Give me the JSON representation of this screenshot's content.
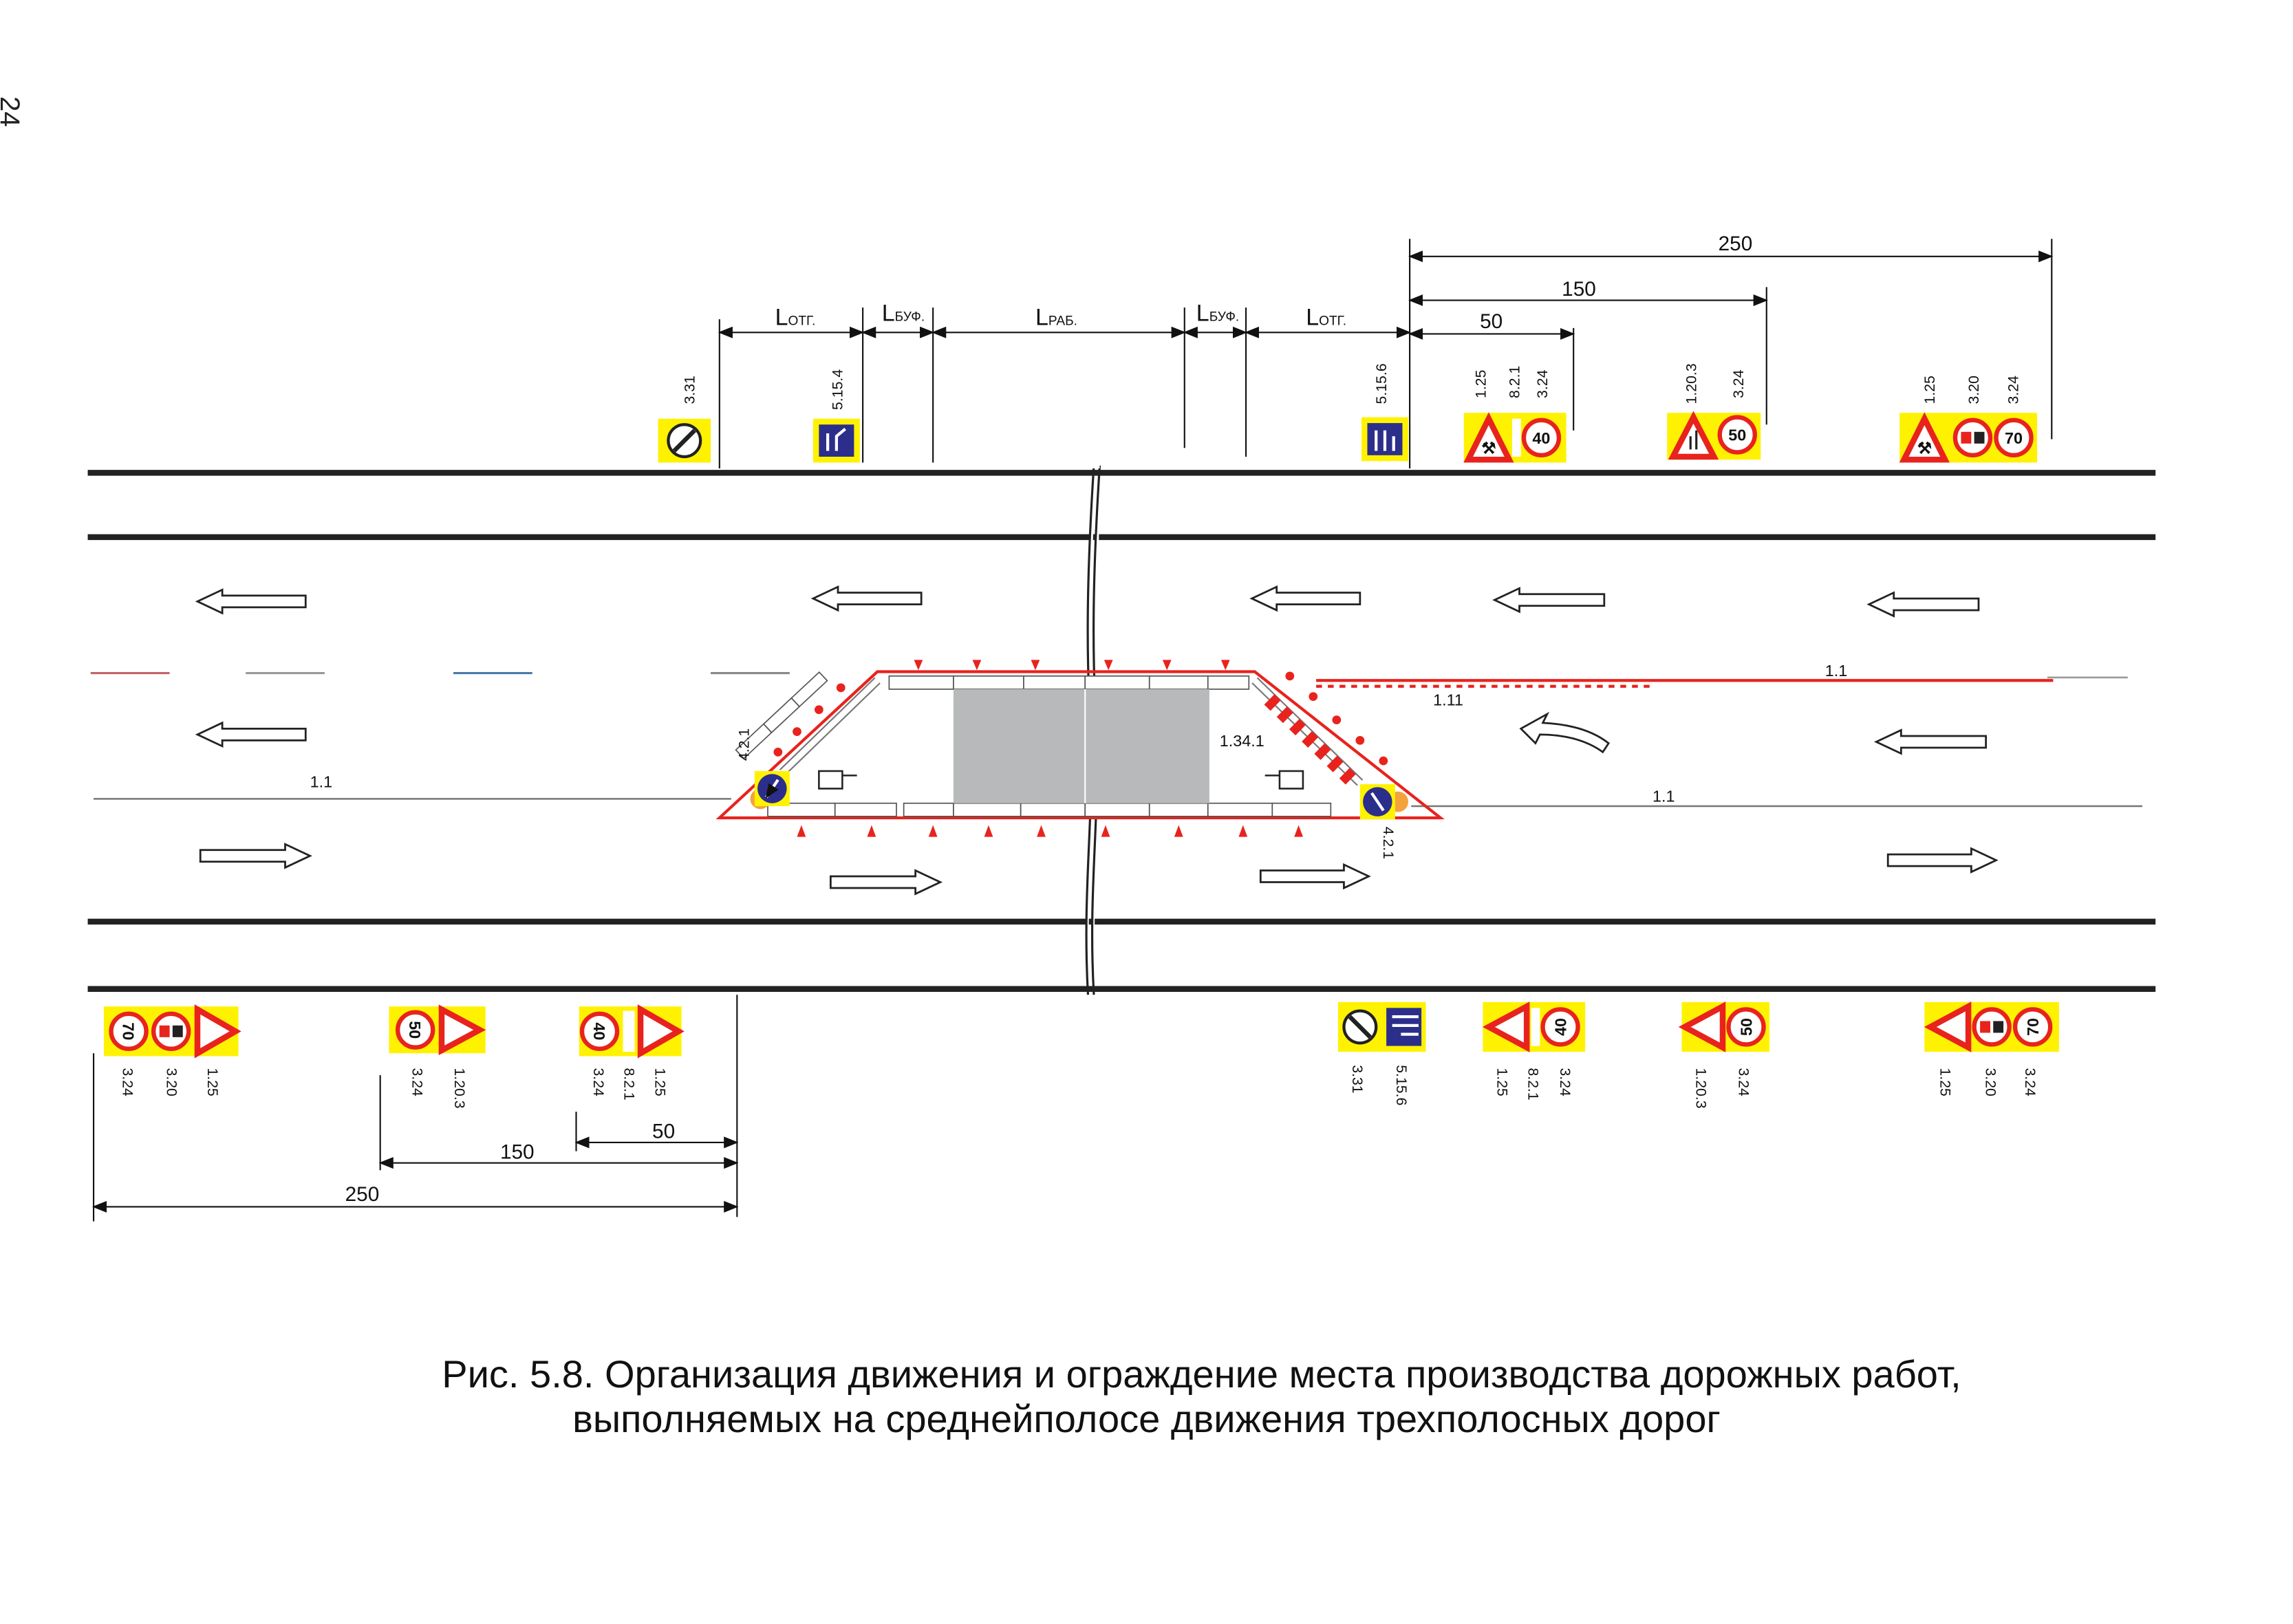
{
  "page_number": "24",
  "caption": {
    "line1": "Рис. 5.8. Организация движения и ограждение места производства дорожных работ,",
    "line2": "выполняемых на среднейполосе движения трехполосных дорог"
  },
  "dimensions": {
    "top_zones": {
      "l_otg": "L",
      "l_otg_sub": "ОТГ.",
      "l_buf": "L",
      "l_buf_sub": "БУФ.",
      "l_rab": "L",
      "l_rab_sub": "РАБ."
    },
    "top_distances": [
      "250",
      "150",
      "50"
    ],
    "bottom_distances": [
      "250",
      "150",
      "50"
    ]
  },
  "markings": {
    "left_axis": "1.1",
    "right_axis_upper": "1.1",
    "right_axis_lower": "1.1",
    "edge_dashed": "1.11",
    "chevron_marking": "1.34.1"
  },
  "top_sign_labels": {
    "s331": "3.31",
    "s5154": "5.15.4",
    "s5156": "5.15.6",
    "g50": [
      "1.25",
      "8.2.1",
      "3.24"
    ],
    "g150": [
      "1.20.3",
      "3.24"
    ],
    "g250": [
      "1.25",
      "3.20",
      "3.24"
    ]
  },
  "bottom_sign_labels": {
    "l250": [
      "3.24",
      "3.20",
      "1.25"
    ],
    "l150": [
      "3.24",
      "1.20.3"
    ],
    "l50": [
      "3.24",
      "8.2.1",
      "1.25"
    ],
    "r_s331": "3.31",
    "r_s5156": "5.15.6",
    "r50": [
      "1.25",
      "8.2.1",
      "3.24"
    ],
    "r150": [
      "1.20.3",
      "3.24"
    ],
    "r250": [
      "1.25",
      "3.20",
      "3.24"
    ]
  },
  "barrier_signs": {
    "left": "4.2.1",
    "right": "4.2.1"
  },
  "speed_limits": {
    "s40": "40",
    "s50": "50",
    "s70": "70"
  },
  "colors": {
    "sign_yellow": "#fff200",
    "barrier_red": "#e8231d",
    "work_zone_gray": "#b7b9bb",
    "sign_blue": "#2c2e8c"
  }
}
